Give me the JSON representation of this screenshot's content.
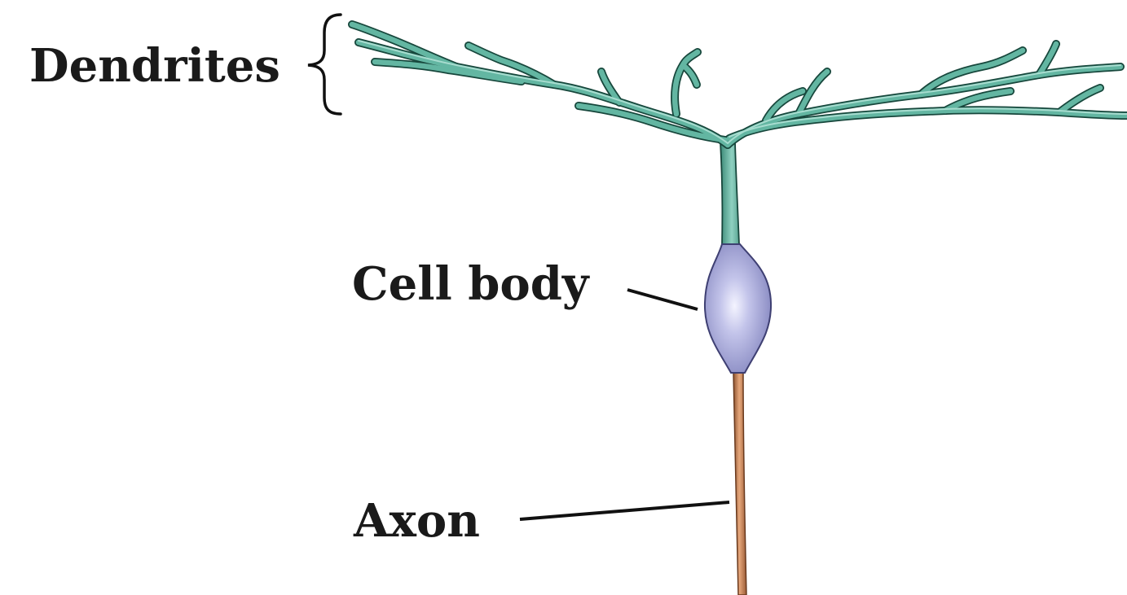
{
  "labels": {
    "dendrites": "Dendrites",
    "cell_body": "Cell body",
    "axon": "Axon"
  },
  "colors": {
    "dendrite": "#63b6a2",
    "dendrite_outline": "#17473c",
    "cell_body": "#9c9dd0",
    "axon": "#d6946a",
    "text": "#1a1a1a"
  }
}
